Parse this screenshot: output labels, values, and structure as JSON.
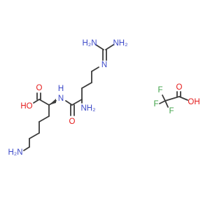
{
  "molecule": {
    "arginine_group": {
      "guanidine_nh2_left": "H₂N",
      "guanidine_nh2_right": "NH₂",
      "guanidine_n": "N",
      "alpha_amine": "NH₂",
      "amide_oxygen": "O",
      "amide_nitrogen": "N",
      "amide_h": "H"
    },
    "lysine_group": {
      "acid_oxygen": "O",
      "acid_hydroxyl": "HO",
      "side_chain_amine": "H₂N"
    },
    "trifluoroacetate": {
      "fluorine_1": "F",
      "fluorine_2": "F",
      "fluorine_3": "F",
      "carbonyl_oxygen": "O",
      "hydroxyl": "OH"
    }
  },
  "colors": {
    "bond": "#3b3b3b",
    "nitrogen": "#3c49c8",
    "oxygen": "#e41a1a",
    "fluorine": "#3ea246"
  }
}
